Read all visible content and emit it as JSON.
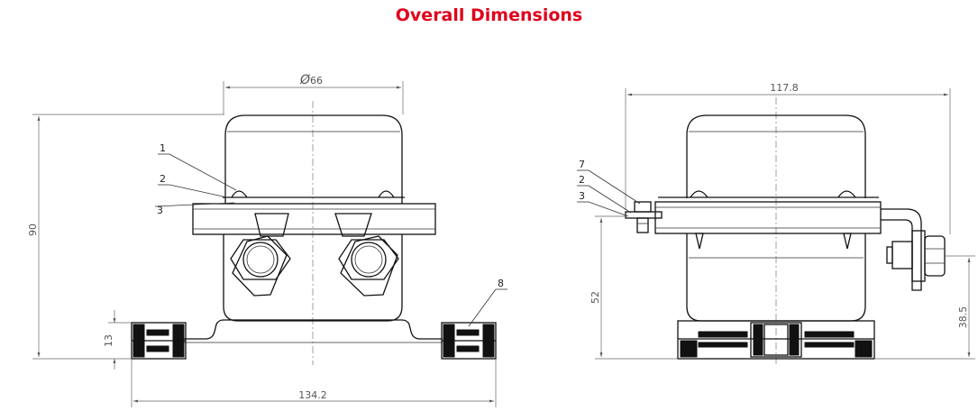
{
  "title": "Overall Dimensions",
  "colors": {
    "title": "#e0001b",
    "line": "#111111",
    "dimension": "#666666"
  },
  "front_view": {
    "dimensions": {
      "diameter_symbol": "Ø",
      "diameter": "66",
      "height": "90",
      "foot_height": "13",
      "width": "134.2"
    },
    "callouts": [
      "1",
      "2",
      "3",
      "8"
    ]
  },
  "side_view": {
    "dimensions": {
      "width": "117.8",
      "terminal_height": "52",
      "stud_height": "38.5"
    },
    "callouts": [
      "7",
      "2",
      "3"
    ]
  }
}
